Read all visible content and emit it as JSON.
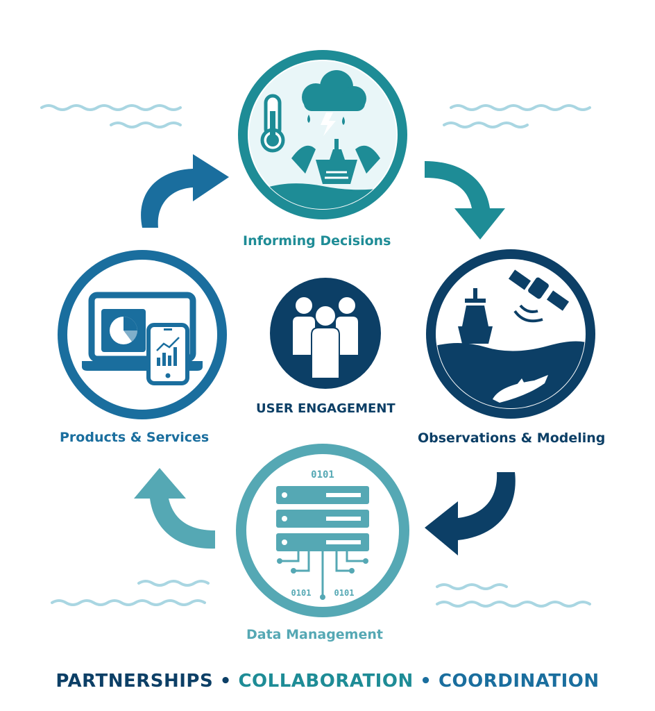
{
  "colors": {
    "navy": "#0c3f66",
    "blue": "#1a6e9e",
    "teal": "#1e8c96",
    "light_teal": "#55a8b4",
    "wave": "#a9d6e2"
  },
  "stages": {
    "informing_decisions": {
      "label": "Informing Decisions",
      "icons": [
        "thermometer-icon",
        "storm-cloud-icon",
        "ship-icon"
      ]
    },
    "observations_modeling": {
      "label": "Observations & Modeling",
      "icons": [
        "buoy-icon",
        "satellite-icon",
        "glider-icon"
      ]
    },
    "data_management": {
      "label": "Data Management",
      "icons": [
        "server-icon",
        "binary-icon"
      ],
      "binary_text": "0101"
    },
    "products_services": {
      "label": "Products & Services",
      "icons": [
        "laptop-icon",
        "pie-chart-icon",
        "phone-chart-icon"
      ]
    }
  },
  "center": {
    "label": "USER ENGAGEMENT",
    "icon": "people-group-icon"
  },
  "footer": {
    "part1": "PARTNERSHIPS",
    "sep": "•",
    "part2": "COLLABORATION",
    "part3": "COORDINATION"
  }
}
